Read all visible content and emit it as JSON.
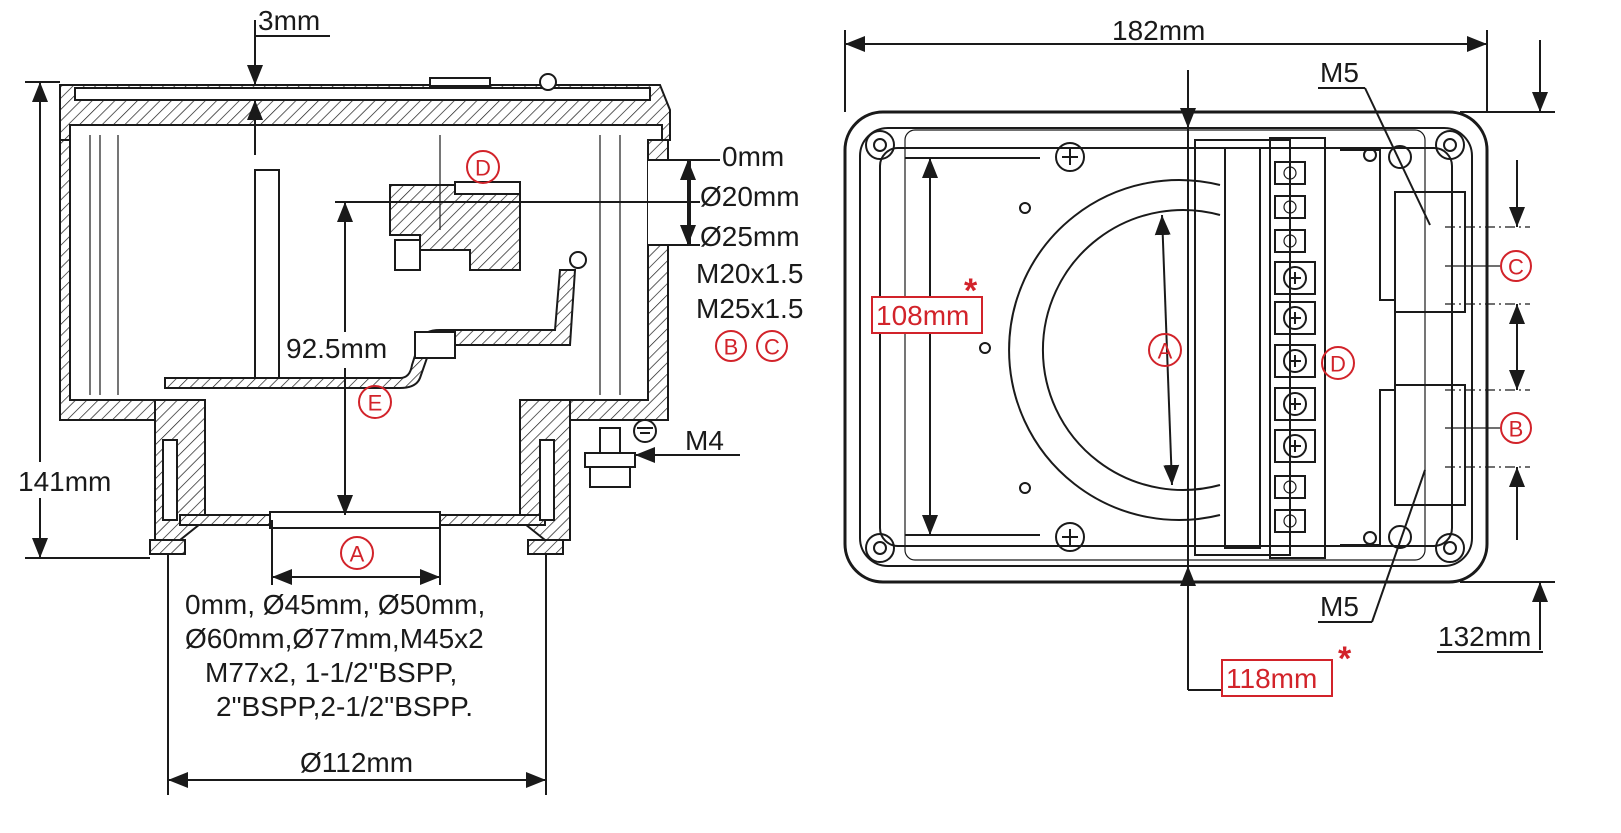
{
  "side_view": {
    "wall_thickness": "3mm",
    "height": "141mm",
    "inner_depth": "92.5mm",
    "ground_screw": "M4",
    "side_entry": {
      "lines": [
        "0mm",
        "Ø20mm",
        "Ø25mm",
        "M20x1.5",
        "M25x1.5"
      ],
      "callouts": [
        "B",
        "C"
      ]
    },
    "bottom_entry": {
      "lines": [
        "0mm, Ø45mm, Ø50mm,",
        "Ø60mm,Ø77mm,M45x2",
        "M77x2, 1-1/2\"BSPP,",
        "2\"BSPP,2-1/2\"BSPP."
      ]
    },
    "base_diameter": "Ø112mm",
    "callouts": {
      "d": "D",
      "e": "E",
      "a": "A"
    }
  },
  "top_view": {
    "width": "182mm",
    "depth": "132mm",
    "inner_height": "108mm",
    "inner_offset": "118mm",
    "star": "*",
    "mount_screw_top": "M5",
    "mount_screw_bottom": "M5",
    "callouts": {
      "a": "A",
      "d": "D",
      "c": "C",
      "b": "B"
    }
  },
  "colors": {
    "line": "#1a1a1a",
    "accent": "#d2232a"
  }
}
